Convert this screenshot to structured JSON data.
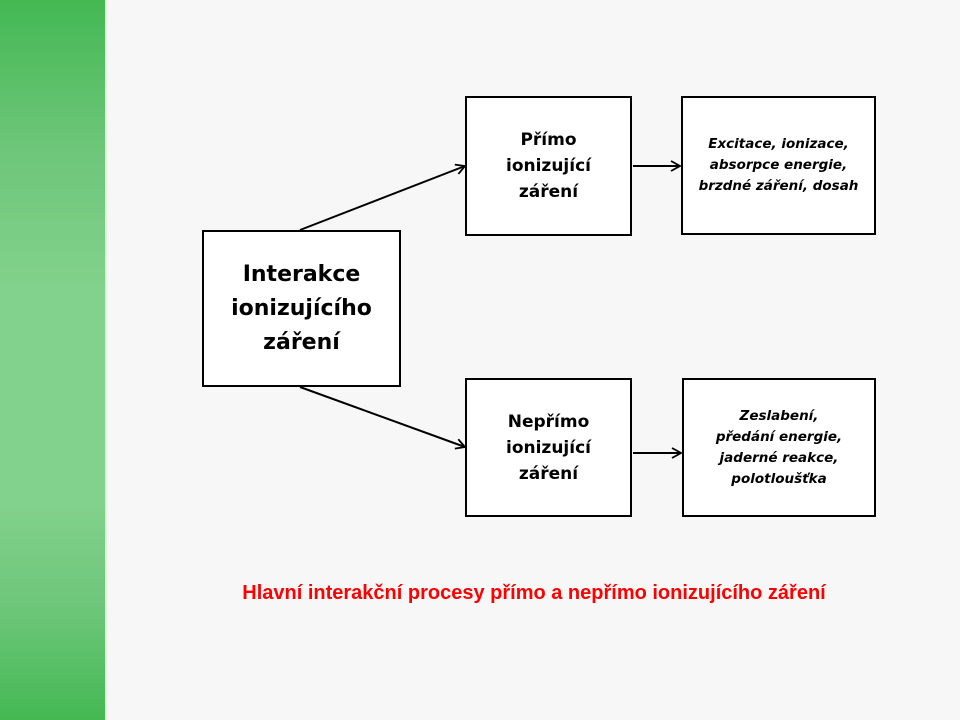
{
  "diagram": {
    "root": {
      "lines": [
        "Interakce",
        "ionizujícího",
        "záření"
      ]
    },
    "direct": {
      "lines": [
        "Přímo",
        "ionizující",
        "záření"
      ]
    },
    "indirect": {
      "lines": [
        "Nepřímo",
        "ionizující",
        "záření"
      ]
    },
    "direct_effects": {
      "lines": [
        "Excitace, ionizace,",
        "absorpce energie,",
        "brzdné záření, dosah"
      ]
    },
    "indirect_effects": {
      "lines": [
        "Zeslabení,",
        "předání energie,",
        "jaderné reakce,",
        "polotloušťka"
      ]
    }
  },
  "caption": "Hlavní interakční procesy přímo a nepřímo ionizujícího záření",
  "colors": {
    "accent_bar": "#44b853",
    "caption": "#ff0000"
  }
}
